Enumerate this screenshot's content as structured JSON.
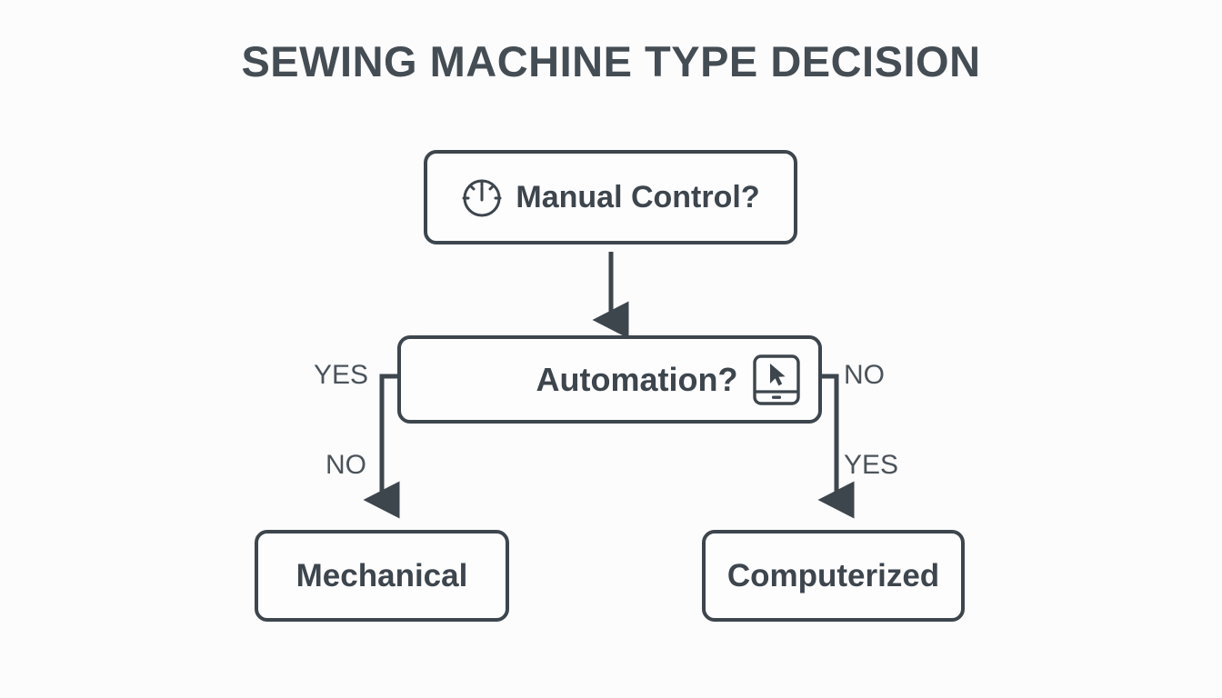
{
  "title": "SEWING MACHINE TYPE DECISION",
  "colors": {
    "background": "#fcfcfc",
    "stroke": "#3d454d",
    "title_text": "#454d54",
    "label_text": "#4b535a",
    "node_fill": "#fdfdfd"
  },
  "nodes": {
    "manual_control": {
      "label": "Manual Control?",
      "icon": "gauge-icon",
      "type": "decision"
    },
    "automation": {
      "label": "Automation?",
      "icon": "monitor-cursor-icon",
      "type": "decision"
    },
    "mechanical": {
      "label": "Mechanical",
      "type": "terminal"
    },
    "computerized": {
      "label": "Computerized",
      "type": "terminal"
    }
  },
  "edges": {
    "manual_to_automation": {
      "label": ""
    },
    "left_upper": {
      "label": "YES"
    },
    "left_lower": {
      "label": "NO"
    },
    "right_upper": {
      "label": "NO"
    },
    "right_lower": {
      "label": "YES"
    }
  },
  "chart_data": {
    "type": "flowchart",
    "title": "SEWING MACHINE TYPE DECISION",
    "nodes": [
      {
        "id": "manual_control",
        "label": "Manual Control?",
        "shape": "rounded-rect",
        "icon": "gauge"
      },
      {
        "id": "automation",
        "label": "Automation?",
        "shape": "rounded-rect",
        "icon": "monitor-cursor"
      },
      {
        "id": "mechanical",
        "label": "Mechanical",
        "shape": "rounded-rect",
        "icon": null
      },
      {
        "id": "computerized",
        "label": "Computerized",
        "shape": "rounded-rect",
        "icon": null
      }
    ],
    "edges": [
      {
        "from": "manual_control",
        "to": "automation",
        "label": "",
        "direction": "down"
      },
      {
        "from": "automation",
        "to": "mechanical",
        "label": "YES",
        "secondary_label": "NO",
        "direction": "left-down"
      },
      {
        "from": "automation",
        "to": "computerized",
        "label": "NO",
        "secondary_label": "YES",
        "direction": "right-down"
      }
    ]
  }
}
